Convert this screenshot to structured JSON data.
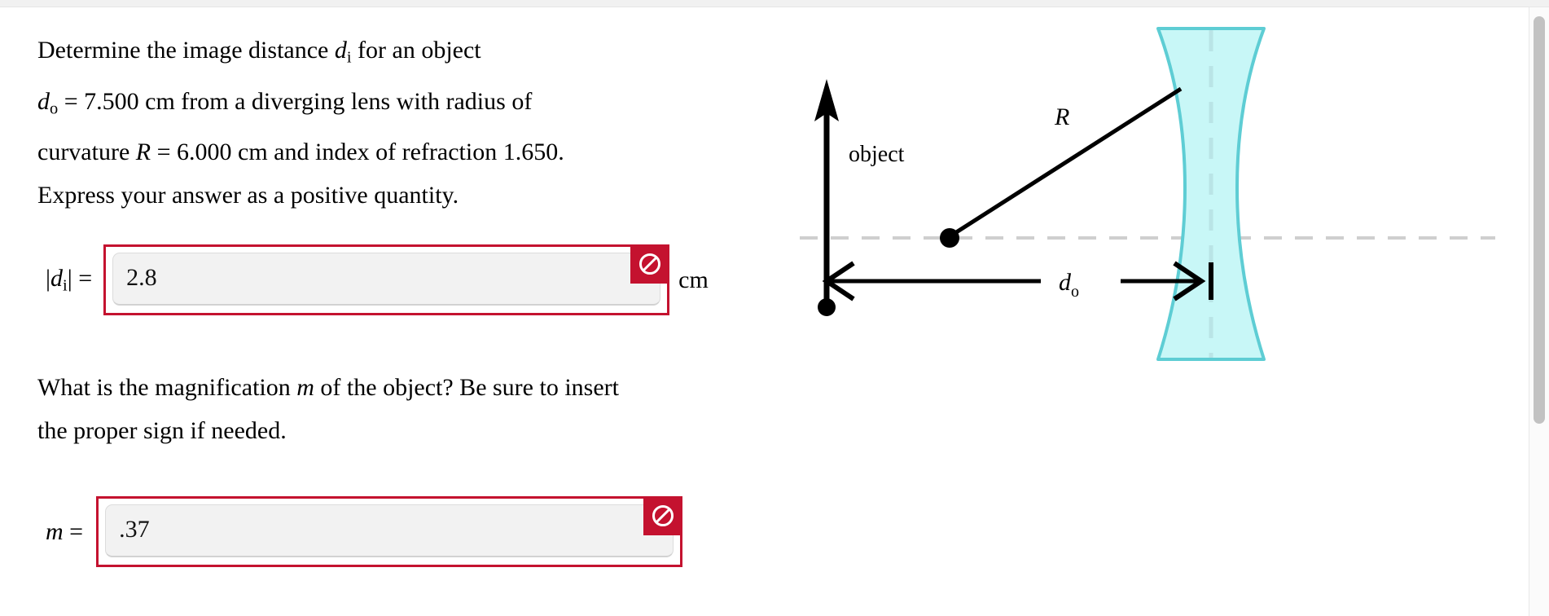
{
  "problem": {
    "lines": [
      "Determine the image distance d_i for an object",
      "d_o = 7.500 cm from a diverging lens with radius of",
      "curvature R = 6.000 cm and index of refraction 1.650.",
      "Express your answer as a positive quantity."
    ],
    "line1_a": "Determine the image distance ",
    "line1_var": "d",
    "line1_sub": "i",
    "line1_b": " for an object",
    "line2_var": "d",
    "line2_sub": "o",
    "line2_b": " = 7.500 cm from a diverging lens with radius of",
    "line3_a": "curvature ",
    "line3_var": "R",
    "line3_b": " = 6.000 cm and index of refraction 1.650.",
    "line4": "Express your answer as a positive quantity.",
    "question2_line1_a": "What is the magnification ",
    "question2_var": "m",
    "question2_line1_b": " of the object? Be sure to insert",
    "question2_line2": "the proper sign if needed."
  },
  "answers": [
    {
      "label_bar": "|",
      "label_var": "d",
      "label_sub": "i",
      "label_eq": "| =",
      "value": "2.8",
      "placeholder": "",
      "unit": "cm",
      "status": "incorrect",
      "status_icon": "no-entry-icon",
      "border_color": "#c4122f",
      "badge_color": "#c4122f"
    },
    {
      "label_var": "m",
      "label_eq": " =",
      "value": ".37",
      "placeholder": "",
      "unit": "",
      "status": "incorrect",
      "status_icon": "no-entry-icon",
      "border_color": "#c4122f",
      "badge_color": "#c4122f"
    }
  ],
  "diagram": {
    "object_label": "object",
    "radius_label": "R",
    "distance_label_var": "d",
    "distance_label_sub": "o",
    "lens_type": "biconcave-diverging-lens",
    "lens_fill": "#c8f7f7",
    "lens_stroke": "#5ecdd4",
    "axis_color": "#cfcfcf",
    "line_color": "#000000"
  },
  "scrollbar": {
    "thumb_color": "#c2c2c2",
    "track_color": "#fbfbfb"
  }
}
